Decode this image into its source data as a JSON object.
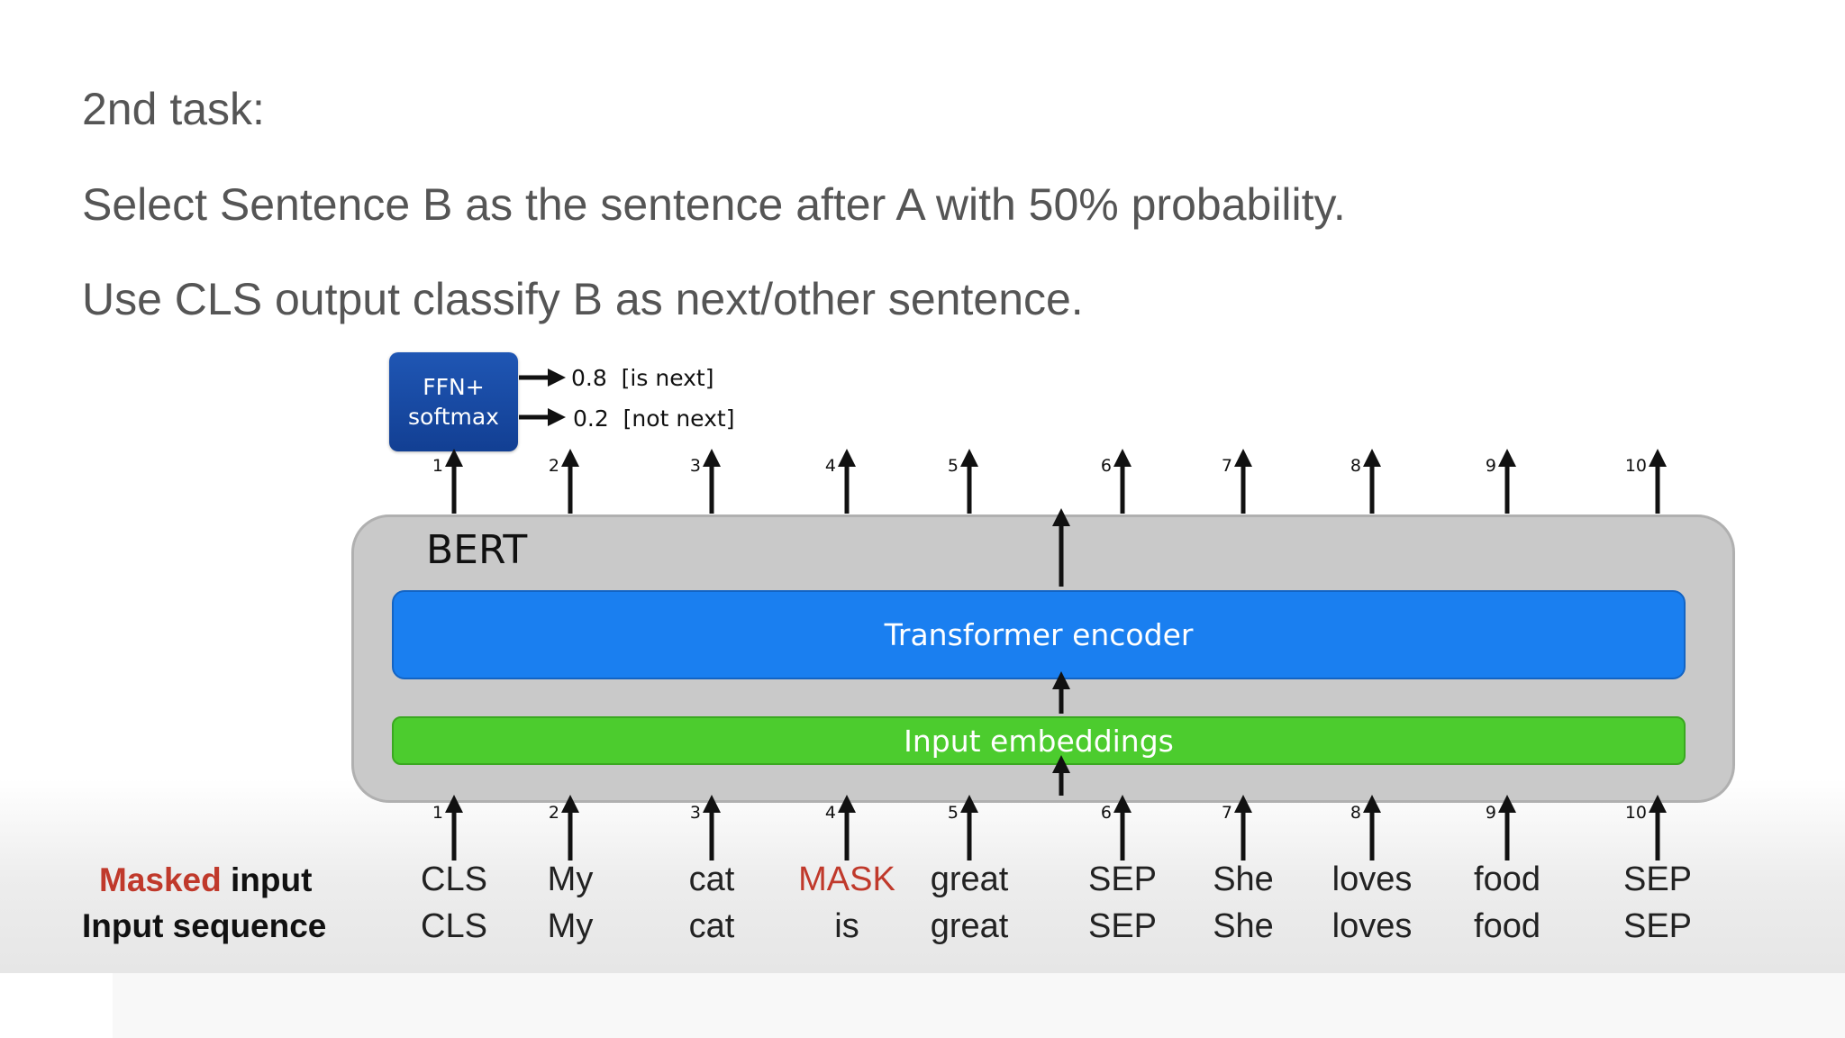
{
  "slide": {
    "heading": "2nd task:",
    "line1": "Select Sentence B as the sentence after A with 50% probability.",
    "line2": "Use CLS output classify B as next/other sentence."
  },
  "diagram": {
    "ffn": {
      "line1": "FFN+",
      "line2": "softmax"
    },
    "outputs": [
      {
        "value": "0.8",
        "label": "[is next]"
      },
      {
        "value": "0.2",
        "label": "[not next]"
      }
    ],
    "bert_label": "BERT",
    "encoder_label": "Transformer encoder",
    "embeddings_label": "Input embeddings",
    "position_numbers": [
      "1",
      "2",
      "3",
      "4",
      "5",
      "6",
      "7",
      "8",
      "9",
      "10"
    ],
    "masked_input_label": {
      "highlight": "Masked",
      "rest": " input"
    },
    "input_sequence_label": "Input sequence",
    "masked_tokens": [
      "CLS",
      "My",
      "cat",
      "MASK",
      "great",
      "SEP",
      "She",
      "loves",
      "food",
      "SEP"
    ],
    "input_tokens": [
      "CLS",
      "My",
      "cat",
      "is",
      "great",
      "SEP",
      "She",
      "loves",
      "food",
      "SEP"
    ],
    "mask_color": "#c0392b",
    "encoder_color": "#1a7ff0",
    "embeddings_color": "#4ccc2e",
    "ffn_color": "#1a4aa3"
  }
}
